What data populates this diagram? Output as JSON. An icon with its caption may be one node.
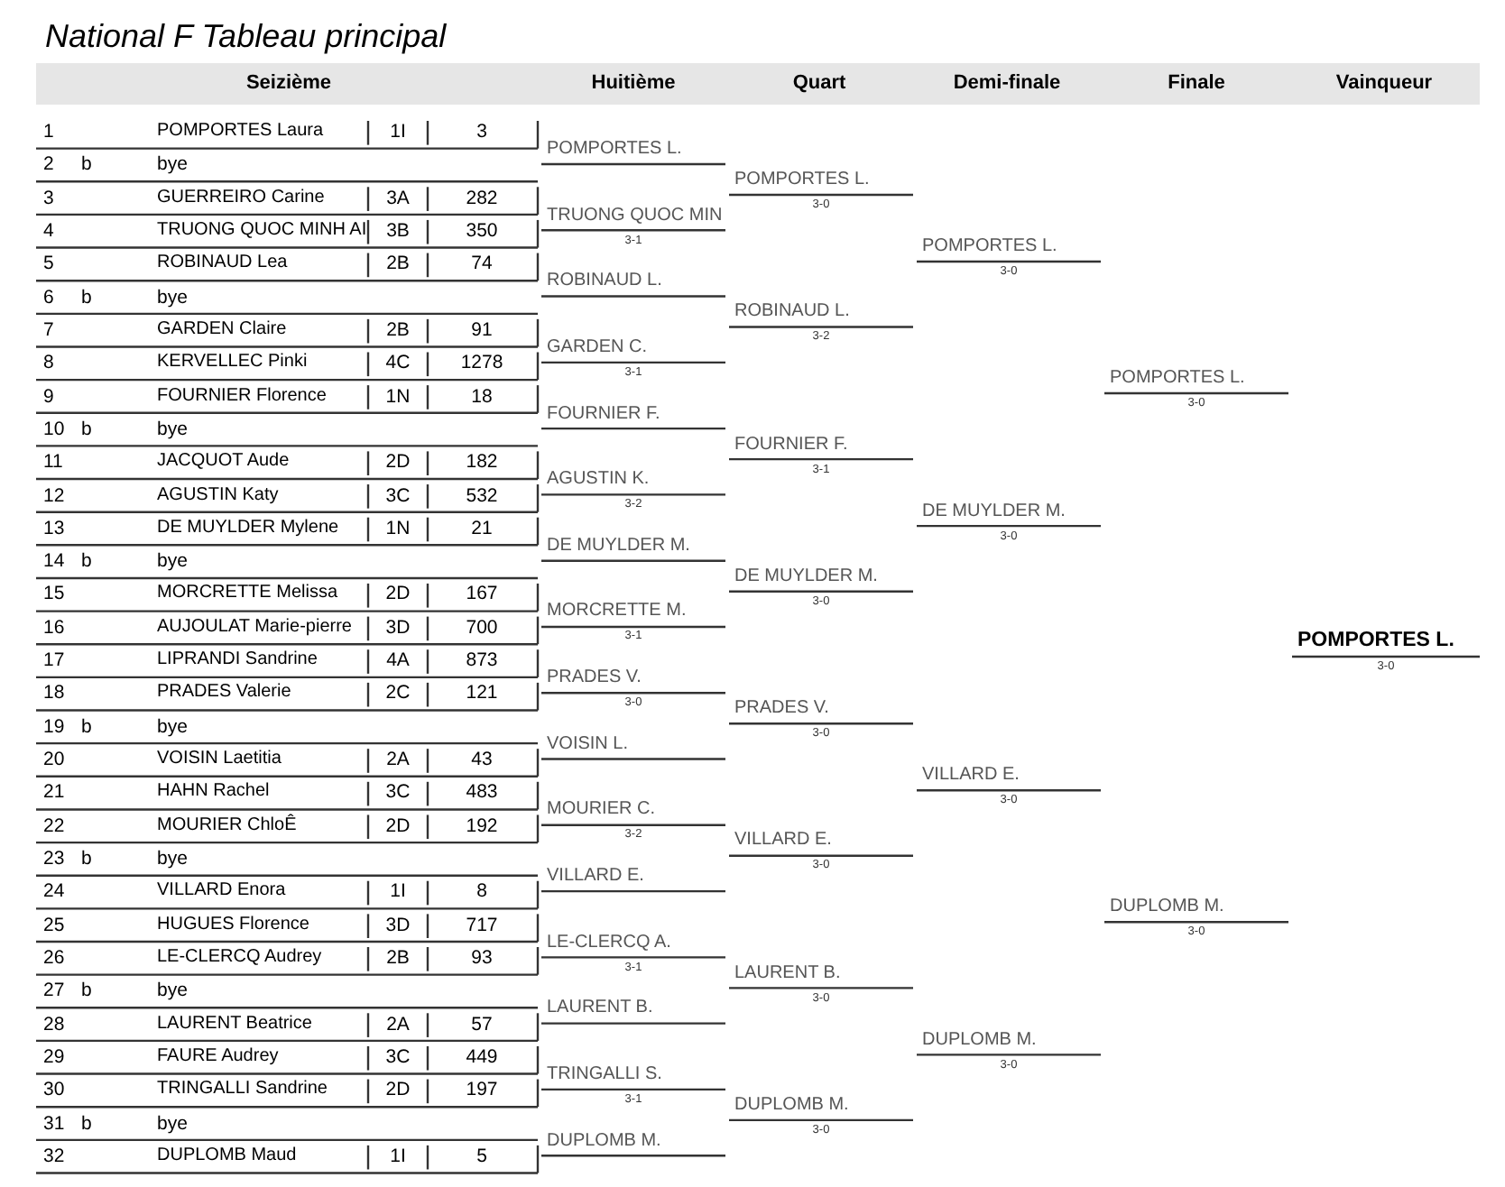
{
  "diagram": {
    "title": "National F Tableau principal",
    "labels": [
      "Seizième",
      "Huitième",
      "Quart",
      "Demi-finale",
      "Finale",
      "Vainqueur",
      "1",
      "POMPORTES Laura",
      "1I",
      "3",
      "2",
      "b",
      "bye",
      "3",
      "GUERREIRO Carine",
      "3A",
      "282",
      "4",
      "TRUONG QUOC MINH AI",
      "3B",
      "350",
      "5",
      "ROBINAUD Lea",
      "2B",
      "74",
      "6",
      "b",
      "bye",
      "7",
      "GARDEN Claire",
      "2B",
      "91",
      "8",
      "KERVELLEC Pinki",
      "4C",
      "1278",
      "9",
      "FOURNIER Florence",
      "1N",
      "18",
      "10",
      "b",
      "bye",
      "11",
      "JACQUOT Aude",
      "2D",
      "182",
      "12",
      "AGUSTIN Katy",
      "3C",
      "532",
      "13",
      "DE MUYLDER Mylene",
      "1N",
      "21",
      "14",
      "b",
      "bye",
      "15",
      "MORCRETTE Melissa",
      "2D",
      "167",
      "16",
      "AUJOULAT Marie-pierre",
      "3D",
      "700",
      "17",
      "LIPRANDI Sandrine",
      "4A",
      "873",
      "18",
      "PRADES Valerie",
      "2C",
      "121",
      "19",
      "b",
      "bye",
      "20",
      "VOISIN Laetitia",
      "2A",
      "43",
      "21",
      "HAHN Rachel",
      "3C",
      "483",
      "22",
      "MOURIER ChloÊ",
      "2D",
      "192",
      "23",
      "b",
      "bye",
      "24",
      "VILLARD Enora",
      "1I",
      "8",
      "25",
      "HUGUES Florence",
      "3D",
      "717",
      "26",
      "LE-CLERCQ Audrey",
      "2B",
      "93",
      "27",
      "b",
      "bye",
      "28",
      "LAURENT Beatrice",
      "2A",
      "57",
      "29",
      "FAURE Audrey",
      "3C",
      "449",
      "30",
      "TRINGALLI Sandrine",
      "2D",
      "197",
      "31",
      "b",
      "bye",
      "32",
      "DUPLOMB Maud",
      "1I",
      "5",
      "POMPORTES L.",
      "TRUONG QUOC MIN",
      "3-1",
      "ROBINAUD L.",
      "GARDEN C.",
      "3-1",
      "FOURNIER F.",
      "AGUSTIN K.",
      "3-2",
      "DE MUYLDER M.",
      "MORCRETTE M.",
      "3-1",
      "PRADES V.",
      "3-0",
      "VOISIN L.",
      "MOURIER C.",
      "3-2",
      "VILLARD E.",
      "LE-CLERCQ A.",
      "3-1",
      "LAURENT B.",
      "TRINGALLI S.",
      "3-1",
      "DUPLOMB M.",
      "POMPORTES L.",
      "3-0",
      "ROBINAUD L.",
      "3-2",
      "FOURNIER F.",
      "3-1",
      "DE MUYLDER M.",
      "3-0",
      "PRADES V.",
      "3-0",
      "VILLARD E.",
      "3-0",
      "LAURENT B.",
      "3-0",
      "DUPLOMB M.",
      "3-0",
      "POMPORTES L.",
      "3-0",
      "DE MUYLDER M.",
      "3-0",
      "VILLARD E.",
      "3-0",
      "DUPLOMB M.",
      "3-0",
      "POMPORTES L.",
      "3-0",
      "DUPLOMB M.",
      "3-0",
      "POMPORTES L.",
      "3-0"
    ]
  }
}
